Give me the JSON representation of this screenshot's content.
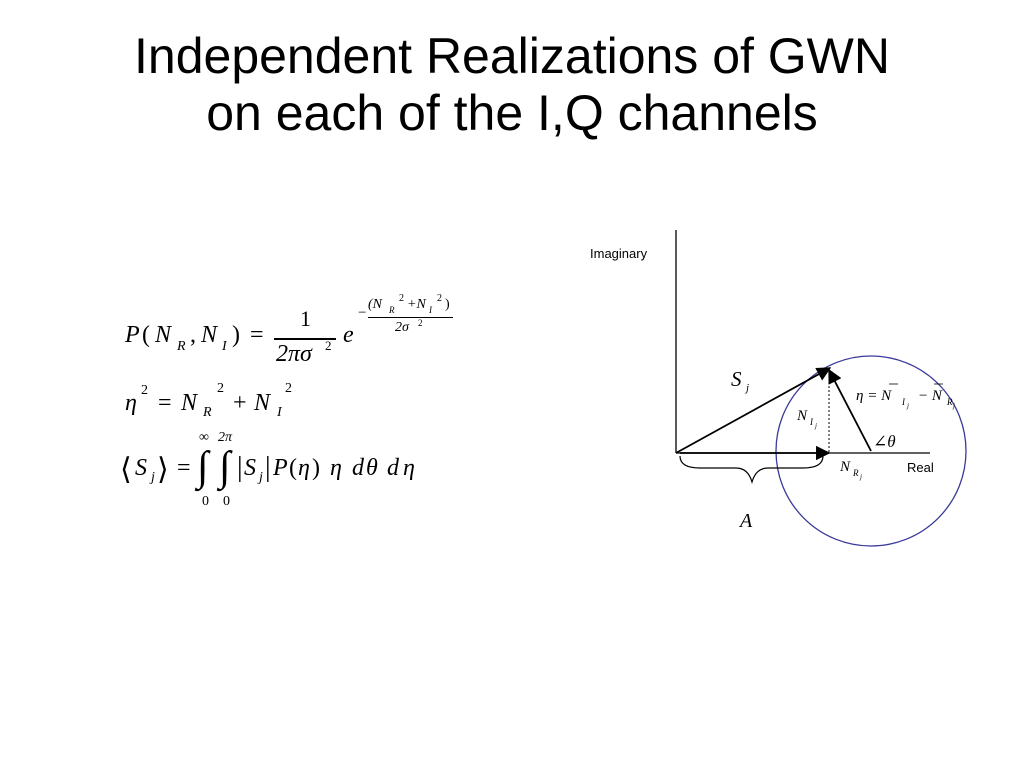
{
  "slide": {
    "title_line1": "Independent Realizations of GWN",
    "title_line2": "on each of the I,Q channels"
  },
  "equations": {
    "eq1": {
      "P": "P",
      "open": "(",
      "N": "N",
      "R": "R",
      "comma": ",",
      "I": "I",
      "close": ")",
      "equals": "=",
      "numerator": "1",
      "denominator": "2πσ",
      "denominator_exp": "2",
      "e": "e",
      "exp_sign": "−",
      "exp_numerator": "(N",
      "exp_R": "R",
      "exp_2a": "2",
      "exp_plus": "+N",
      "exp_I": "I",
      "exp_2b": "2",
      "exp_close": ")",
      "exp_denominator": "2σ",
      "exp_den_exp": "2"
    },
    "eq2": {
      "eta": "η",
      "eta_exp": "2",
      "equals": "=",
      "N1": "N",
      "R": "R",
      "exp1": "2",
      "plus": "+",
      "N2": "N",
      "I": "I",
      "exp2": "2"
    },
    "eq3": {
      "langle": "⟨",
      "S": "S",
      "j": "j",
      "rangle": "⟩",
      "equals": "=",
      "int1_upper": "∞",
      "int1_lower": "0",
      "int2_upper": "2π",
      "int2_lower": "0",
      "integral": "∫",
      "abs_open": "|",
      "S2": "S",
      "j2": "j",
      "abs_close": "|",
      "P": "P",
      "paren_open": "(",
      "eta": "η",
      "paren_close": ")",
      "eta2": "η",
      "d1": "d",
      "theta": "θ",
      "d2": "d",
      "eta3": "η"
    }
  },
  "diagram": {
    "imag_label": "Imaginary",
    "real_label": "Real",
    "A": "A",
    "S": "S",
    "S_sub": "j",
    "N_I": "N",
    "N_I_sub": "I",
    "N_I_subsub": "j",
    "N_R": "N",
    "N_R_sub": "R",
    "N_R_subsub": "j",
    "angle": "∠θ",
    "eta_eq": "η = N",
    "eta_sub1": "I",
    "eta_subsub1": "j",
    "eta_minus": "− N",
    "eta_sub2": "R",
    "eta_subsub2": "j",
    "circle_color": "#3a3a9a",
    "line_color": "#000000"
  }
}
